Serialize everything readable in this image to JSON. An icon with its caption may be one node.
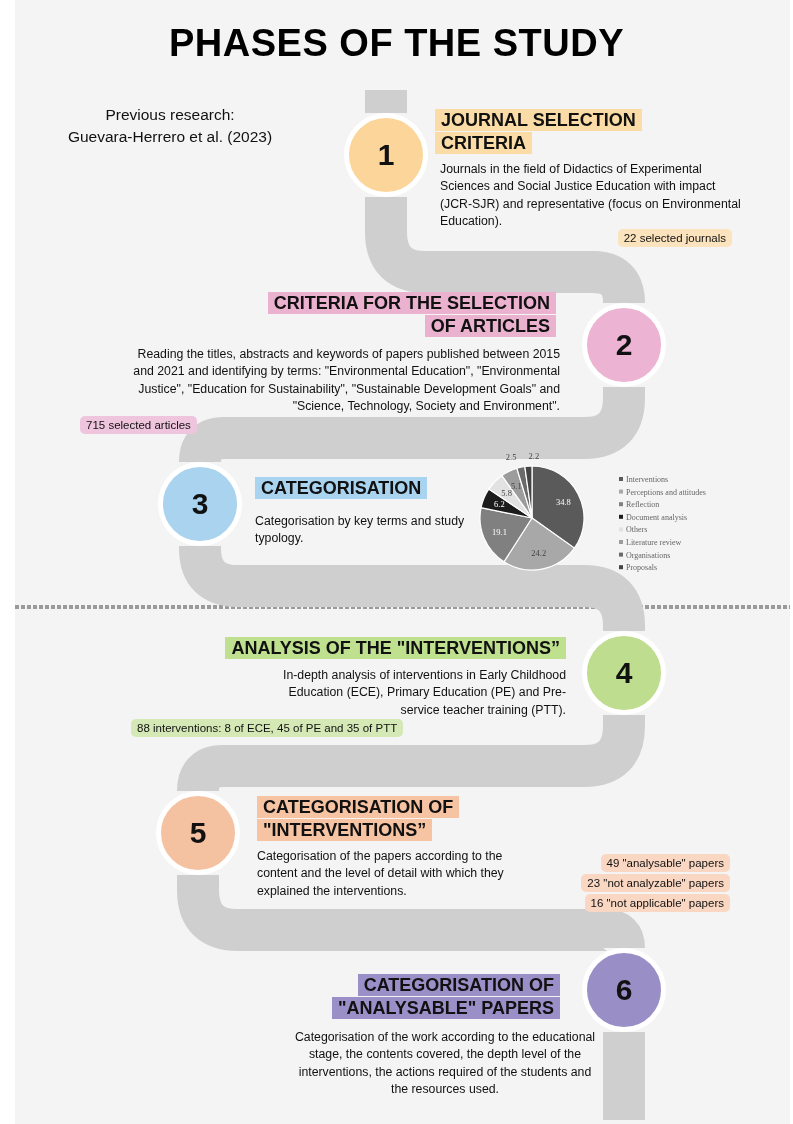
{
  "diagram": {
    "title": "PHASES OF THE STUDY",
    "nodes": [
      {
        "text": [
          "1"
        ],
        "beside": [
          "JOURNAL SELECTION CRITERIA",
          "Journals in the field of Didactics of Experimental Sciences and Social Justice Education with impact (JCR-SJR) and representative (focus on Environmental Education).",
          "22 selected journals"
        ]
      },
      {
        "text": [
          "2"
        ],
        "beside": [
          "CRITERIA FOR THE SELECTION OF ARTICLES",
          "Reading the titles, abstracts and keywords of papers published between 2015 and 2021 and identifying by terms: \"Environmental Education\", \"Environmental Justice\", \"Education for Sustainability\", \"Sustainable Development Goals\" and \"Science, Technology, Society and Environment\".",
          "715 selected articles"
        ]
      },
      {
        "text": [
          "3"
        ],
        "beside": [
          "CATEGORISATION",
          "Categorisation by key terms and study typology."
        ]
      },
      {
        "text": [
          "4"
        ],
        "beside": [
          "ANALYSIS OF THE \"INTERVENTIONS”",
          "In-depth analysis of interventions in Early Childhood Education (ECE), Primary Education (PE) and Pre-service teacher training (PTT).",
          "88 interventions: 8 of ECE, 45 of PE and 35 of PTT"
        ]
      },
      {
        "text": [
          "5"
        ],
        "beside": [
          "CATEGORISATION OF \"INTERVENTIONS”",
          "Categorisation of the papers according to the content and the level of detail with which they explained the interventions.",
          "49 \"analysable\" papers",
          "23 \"not analyzable\" papers",
          "16 \"not applicable\" papers"
        ]
      },
      {
        "text": [
          "6"
        ],
        "beside": [
          "CATEGORISATION OF \"ANALYSABLE\" PAPERS",
          "Categorisation of the work according to the educational stage, the contents covered, the depth level of the interventions, the actions required of the students and the resources used."
        ]
      }
    ],
    "edges": [
      {
        "from": null,
        "to": 0,
        "arrow": "none"
      },
      {
        "from": 0,
        "to": 1,
        "arrow": "none"
      },
      {
        "from": 1,
        "to": 2,
        "arrow": "none"
      },
      {
        "from": 2,
        "to": 3,
        "arrow": "none"
      },
      {
        "from": 3,
        "to": 4,
        "arrow": "none"
      },
      {
        "from": 4,
        "to": 5,
        "arrow": "none"
      },
      {
        "from": 5,
        "to": null,
        "arrow": "none"
      }
    ],
    "labels": [
      "Previous research: Guevara-Herrero et al. (2023)"
    ],
    "chart_data": {
      "type": "pie",
      "categories": [
        "Interventions",
        "Perceptions and attitudes",
        "Reflection",
        "Document analysis",
        "Others",
        "Literature review",
        "Organisations",
        "Proposals"
      ],
      "values": [
        34.8,
        24.2,
        19.1,
        6.2,
        5.8,
        5.1,
        2.5,
        2.2
      ],
      "data_labels": true,
      "legend": "right"
    }
  }
}
